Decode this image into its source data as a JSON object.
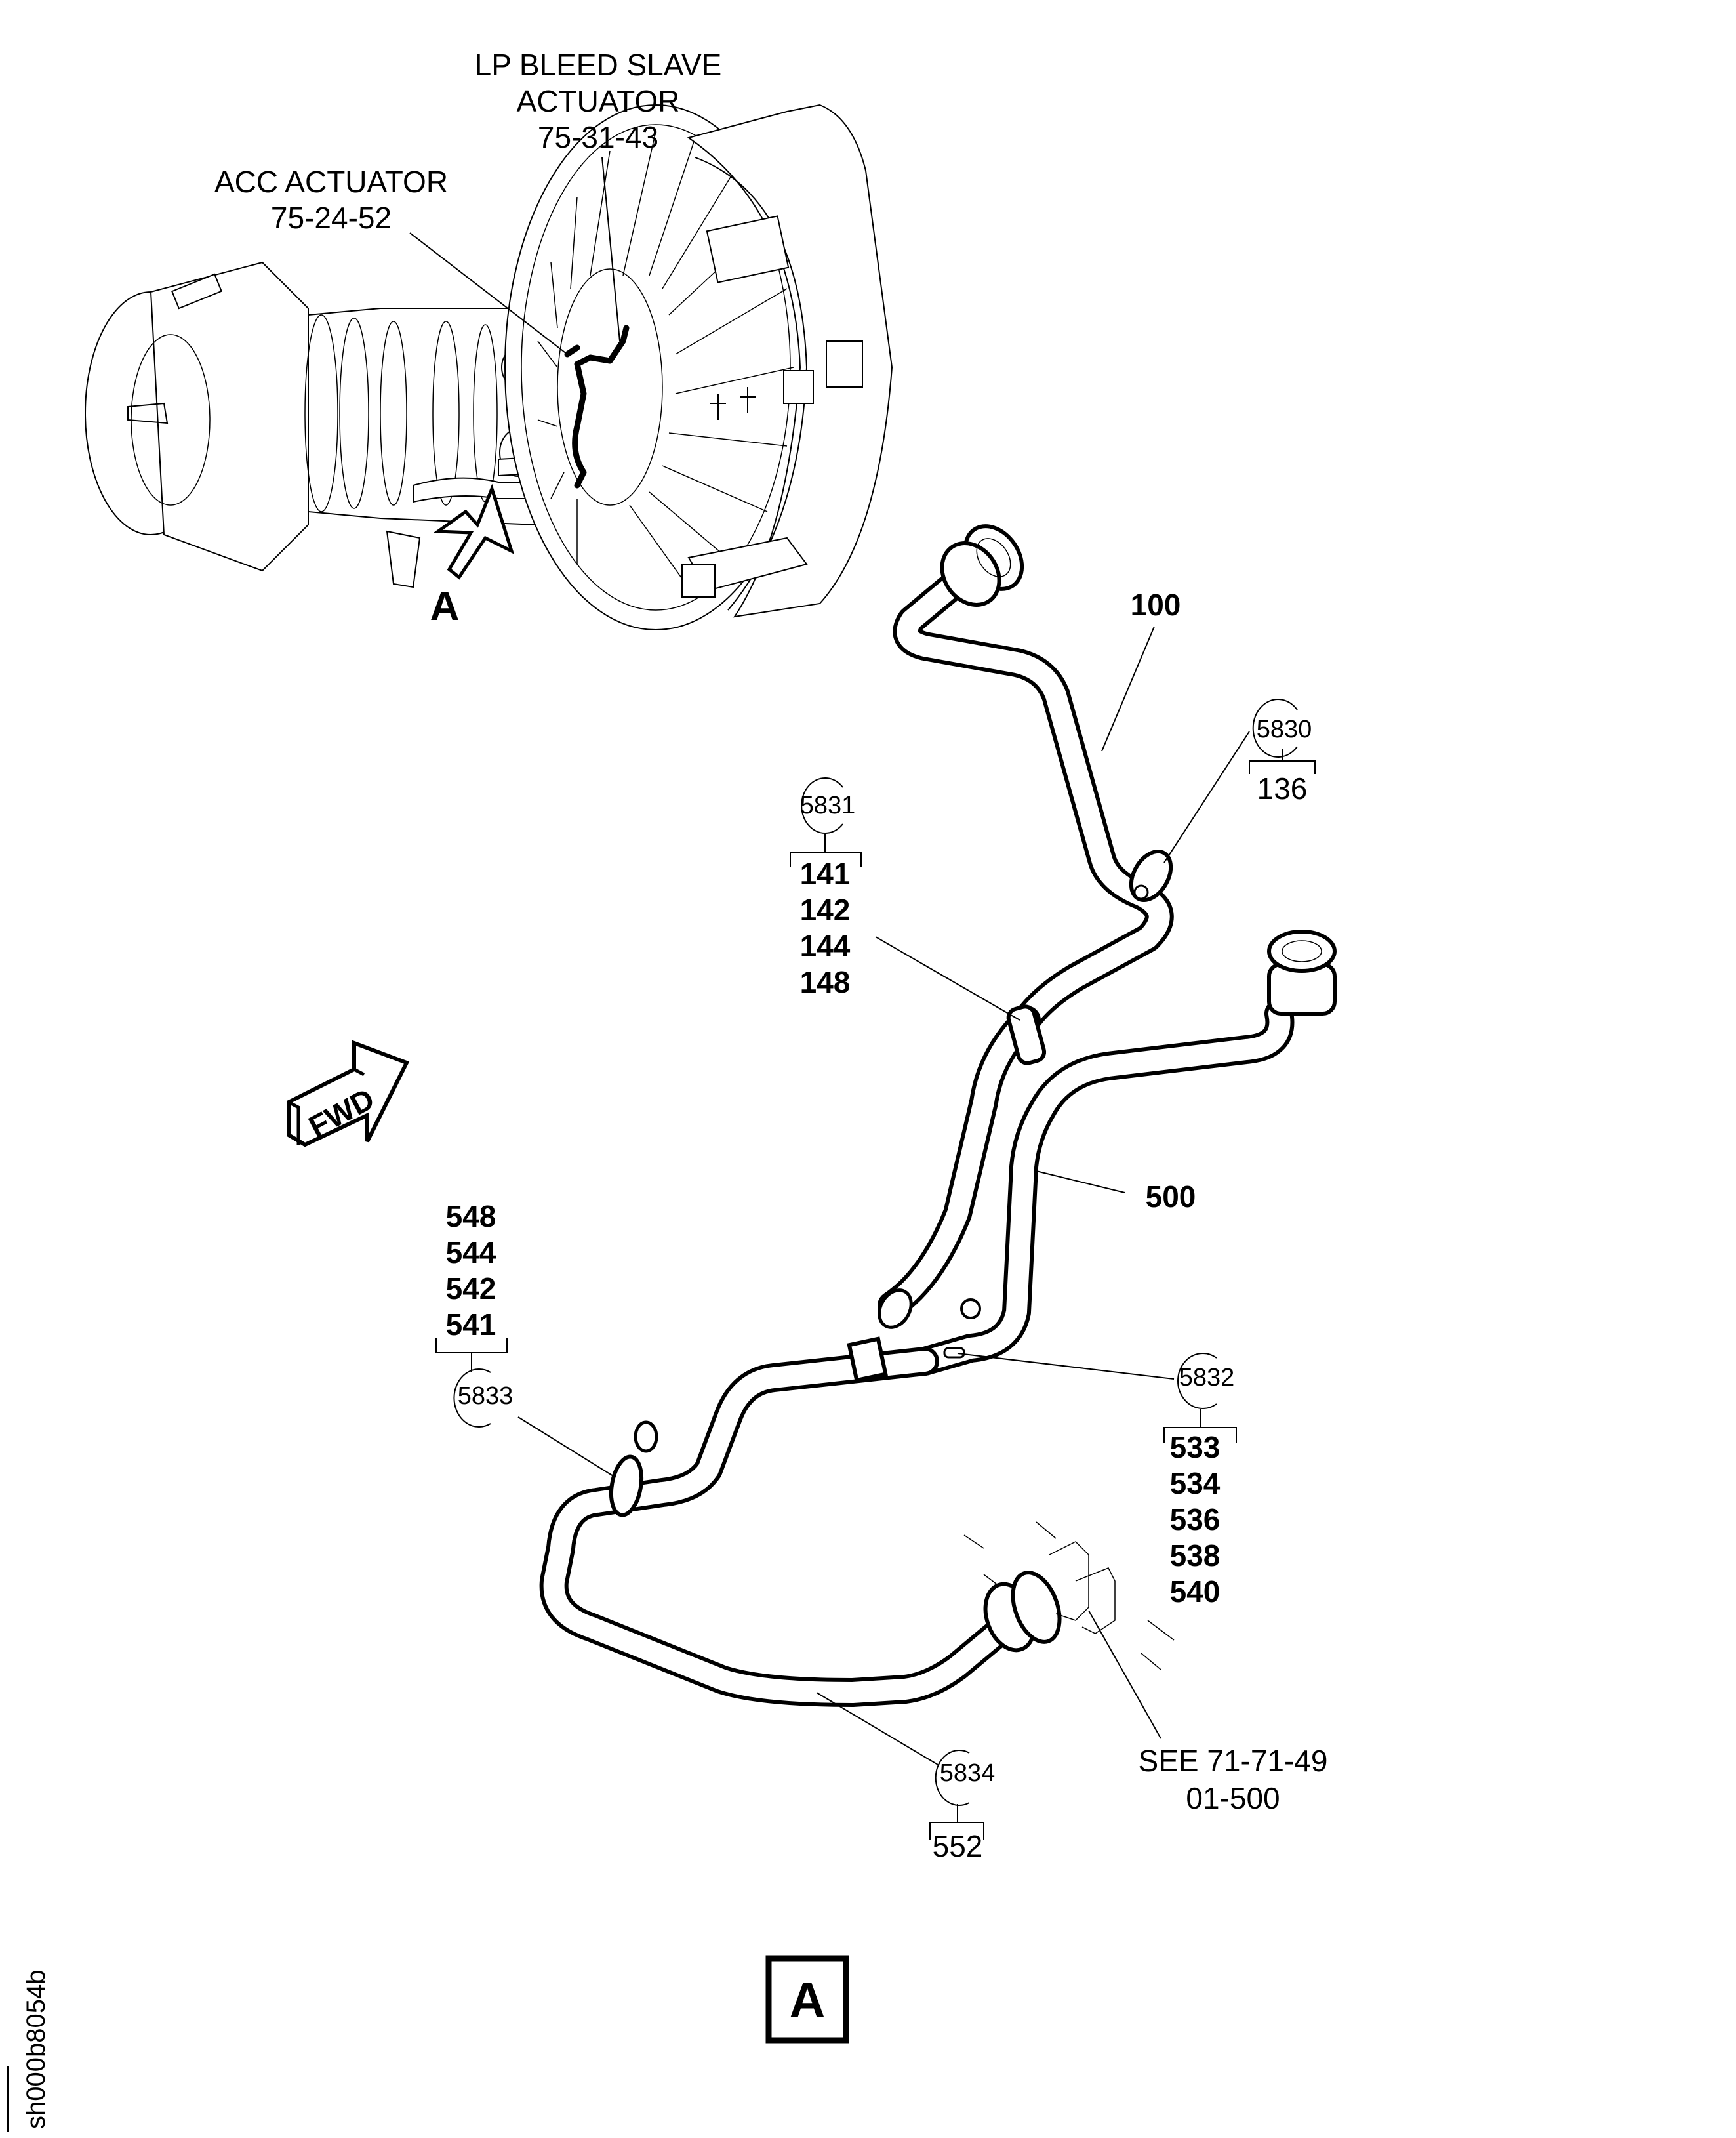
{
  "figure": {
    "sheet_id": "sh000b8054b",
    "view_label": "A",
    "view_box_label": "A",
    "direction_label": "FWD"
  },
  "locator_labels": [
    {
      "id": "lp-bleed",
      "lines": [
        "LP BLEED SLAVE",
        "ACTUATOR",
        "75-31-43"
      ]
    },
    {
      "id": "acc",
      "lines": [
        "ACC ACTUATOR",
        "75-24-52"
      ]
    }
  ],
  "item_labels": {
    "tube_100": "100",
    "tube_500": "500"
  },
  "callouts": [
    {
      "id": "c5830",
      "circle": "5830",
      "items": [
        "136"
      ]
    },
    {
      "id": "c5831",
      "circle": "5831",
      "items": [
        "141",
        "142",
        "144",
        "148"
      ]
    },
    {
      "id": "c5832",
      "circle": "5832",
      "items": [
        "533",
        "534",
        "536",
        "538",
        "540"
      ]
    },
    {
      "id": "c5833",
      "circle": "5833",
      "items": [
        "548",
        "544",
        "542",
        "541"
      ]
    },
    {
      "id": "c5834",
      "circle": "5834",
      "items": [
        "552"
      ]
    }
  ],
  "reference_note": {
    "lines": [
      "SEE 71-71-49",
      "01-500"
    ]
  }
}
